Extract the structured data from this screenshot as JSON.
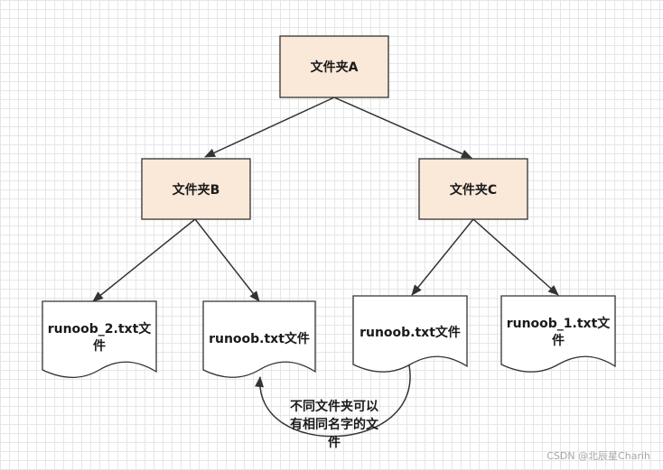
{
  "folders": {
    "a": "文件夹A",
    "b": "文件夹B",
    "c": "文件夹C"
  },
  "files": {
    "f1_line1": "runoob_2.txt文",
    "f1_line2": "件",
    "f2": "runoob.txt文件",
    "f3": "runoob.txt文件",
    "f4_line1": "runoob_1.txt文",
    "f4_line2": "件"
  },
  "note": {
    "line1": "不同文件夹可以",
    "line2": "有相同名字的文",
    "line3": "件"
  },
  "watermark": "CSDN @北辰星Charih",
  "colors": {
    "folder_fill": "#fae8d8",
    "stroke": "#333333",
    "file_fill": "#ffffff"
  }
}
